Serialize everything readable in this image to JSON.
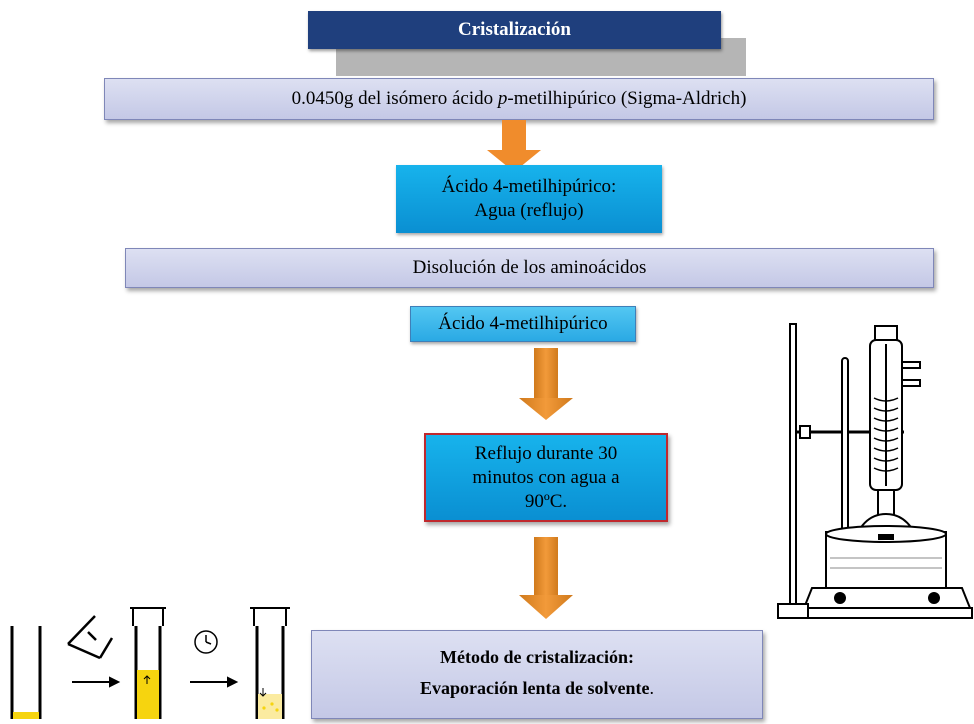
{
  "title": "Cristalización",
  "steps": {
    "sample_prefix": "0.0450g del isómero ácido ",
    "sample_italic": "p",
    "sample_suffix": "-metilhipúrico (Sigma-Aldrich)",
    "solvent_line1": "Ácido 4-metilhipúrico:",
    "solvent_line2": "Agua (reflujo)",
    "dissolution": "Disolución de los aminoácidos",
    "compound": "Ácido 4-metilhipúrico",
    "reflux_line1": "Reflujo durante 30",
    "reflux_line2": "minutos con agua a",
    "reflux_line3": "90ºC.",
    "method_line1": "Método de cristalización:",
    "method_line2": "Evaporación lenta de solvente",
    "method_period": "."
  },
  "colors": {
    "title_bg": "#1f3f7d",
    "panel_bg": "#c4c8e6",
    "cyan_box": "#0a9fe0",
    "arrow": "#f08c2c",
    "reflux_border": "#c0282d",
    "solution": "#f6d40f"
  },
  "icons": [
    "arrow-down-icon",
    "reflux-apparatus-icon",
    "funnel-icon",
    "clock-icon",
    "test-tube-icon"
  ]
}
